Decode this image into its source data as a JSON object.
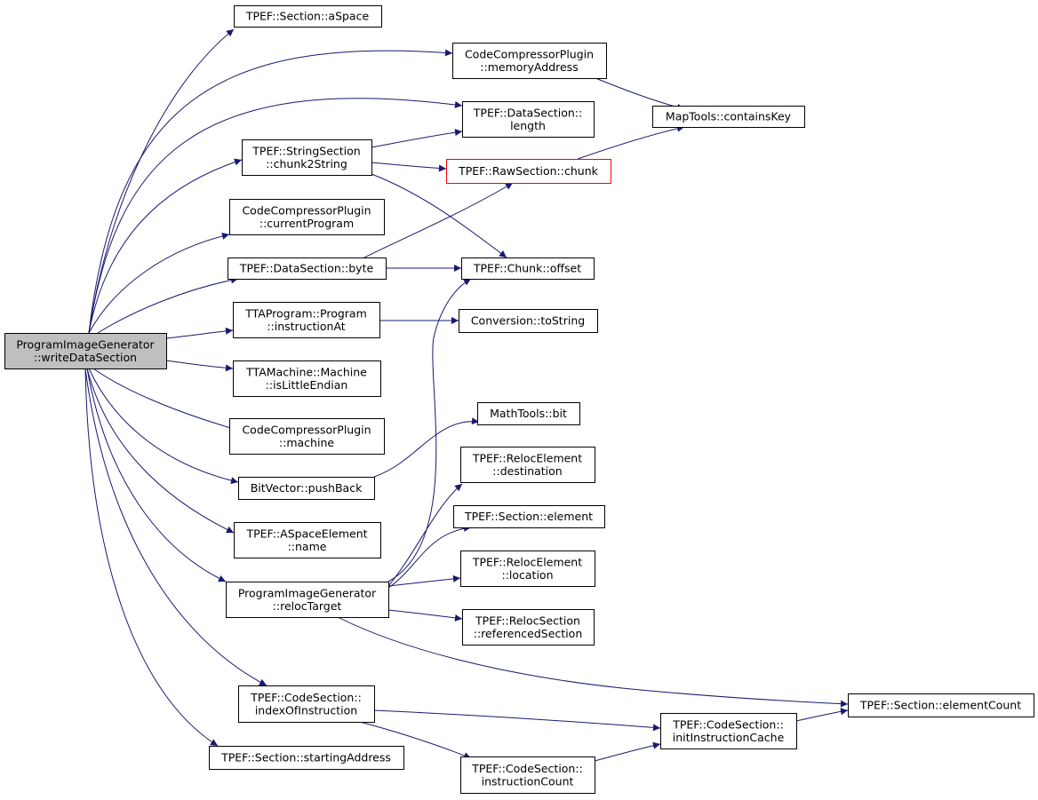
{
  "colors": {
    "edge": "#191970",
    "root_fill": "#bfbfbf",
    "highlight_border": "#ff0000"
  },
  "nodes": {
    "root": {
      "lines": [
        "ProgramImageGenerator",
        "::writeDataSection"
      ]
    },
    "aSpace": {
      "lines": [
        "TPEF::Section::aSpace"
      ]
    },
    "memoryAddress": {
      "lines": [
        "CodeCompressorPlugin",
        "::memoryAddress"
      ]
    },
    "containsKey": {
      "lines": [
        "MapTools::containsKey"
      ]
    },
    "dsLength": {
      "lines": [
        "TPEF::DataSection::",
        "length"
      ]
    },
    "chunk2String": {
      "lines": [
        "TPEF::StringSection",
        "::chunk2String"
      ]
    },
    "rawChunk": {
      "lines": [
        "TPEF::RawSection::chunk"
      ]
    },
    "currentProgram": {
      "lines": [
        "CodeCompressorPlugin",
        "::currentProgram"
      ]
    },
    "dsByte": {
      "lines": [
        "TPEF::DataSection::byte"
      ]
    },
    "chunkOffset": {
      "lines": [
        "TPEF::Chunk::offset"
      ]
    },
    "instructionAt": {
      "lines": [
        "TTAProgram::Program",
        "::instructionAt"
      ]
    },
    "toString": {
      "lines": [
        "Conversion::toString"
      ]
    },
    "isLittleEndian": {
      "lines": [
        "TTAMachine::Machine",
        "::isLittleEndian"
      ]
    },
    "machine": {
      "lines": [
        "CodeCompressorPlugin",
        "::machine"
      ]
    },
    "mathBit": {
      "lines": [
        "MathTools::bit"
      ]
    },
    "pushBack": {
      "lines": [
        "BitVector::pushBack"
      ]
    },
    "destination": {
      "lines": [
        "TPEF::RelocElement",
        "::destination"
      ]
    },
    "sectionElement": {
      "lines": [
        "TPEF::Section::element"
      ]
    },
    "aSpaceName": {
      "lines": [
        "TPEF::ASpaceElement",
        "::name"
      ]
    },
    "location": {
      "lines": [
        "TPEF::RelocElement",
        "::location"
      ]
    },
    "relocTarget": {
      "lines": [
        "ProgramImageGenerator",
        "::relocTarget"
      ]
    },
    "referencedSection": {
      "lines": [
        "TPEF::RelocSection",
        "::referencedSection"
      ]
    },
    "elementCount": {
      "lines": [
        "TPEF::Section::elementCount"
      ]
    },
    "indexOfInstruction": {
      "lines": [
        "TPEF::CodeSection::",
        "indexOfInstruction"
      ]
    },
    "initInstructionCache": {
      "lines": [
        "TPEF::CodeSection::",
        "initInstructionCache"
      ]
    },
    "startingAddress": {
      "lines": [
        "TPEF::Section::startingAddress"
      ]
    },
    "instructionCount": {
      "lines": [
        "TPEF::CodeSection::",
        "instructionCount"
      ]
    }
  },
  "edges": [
    [
      "root",
      "aSpace"
    ],
    [
      "root",
      "memoryAddress"
    ],
    [
      "root",
      "dsLength"
    ],
    [
      "root",
      "chunk2String"
    ],
    [
      "root",
      "currentProgram"
    ],
    [
      "root",
      "dsByte"
    ],
    [
      "root",
      "instructionAt"
    ],
    [
      "root",
      "isLittleEndian"
    ],
    [
      "root",
      "machine"
    ],
    [
      "root",
      "pushBack"
    ],
    [
      "root",
      "aSpaceName"
    ],
    [
      "root",
      "relocTarget"
    ],
    [
      "root",
      "indexOfInstruction"
    ],
    [
      "root",
      "startingAddress"
    ],
    [
      "memoryAddress",
      "containsKey"
    ],
    [
      "chunk2String",
      "dsLength"
    ],
    [
      "chunk2String",
      "rawChunk"
    ],
    [
      "chunk2String",
      "chunkOffset"
    ],
    [
      "rawChunk",
      "containsKey"
    ],
    [
      "dsByte",
      "rawChunk"
    ],
    [
      "dsByte",
      "chunkOffset"
    ],
    [
      "instructionAt",
      "toString"
    ],
    [
      "pushBack",
      "mathBit"
    ],
    [
      "relocTarget",
      "chunkOffset"
    ],
    [
      "relocTarget",
      "destination"
    ],
    [
      "relocTarget",
      "sectionElement"
    ],
    [
      "relocTarget",
      "location"
    ],
    [
      "relocTarget",
      "referencedSection"
    ],
    [
      "relocTarget",
      "elementCount"
    ],
    [
      "indexOfInstruction",
      "initInstructionCache"
    ],
    [
      "indexOfInstruction",
      "instructionCount"
    ],
    [
      "instructionCount",
      "initInstructionCache"
    ],
    [
      "initInstructionCache",
      "elementCount"
    ]
  ]
}
